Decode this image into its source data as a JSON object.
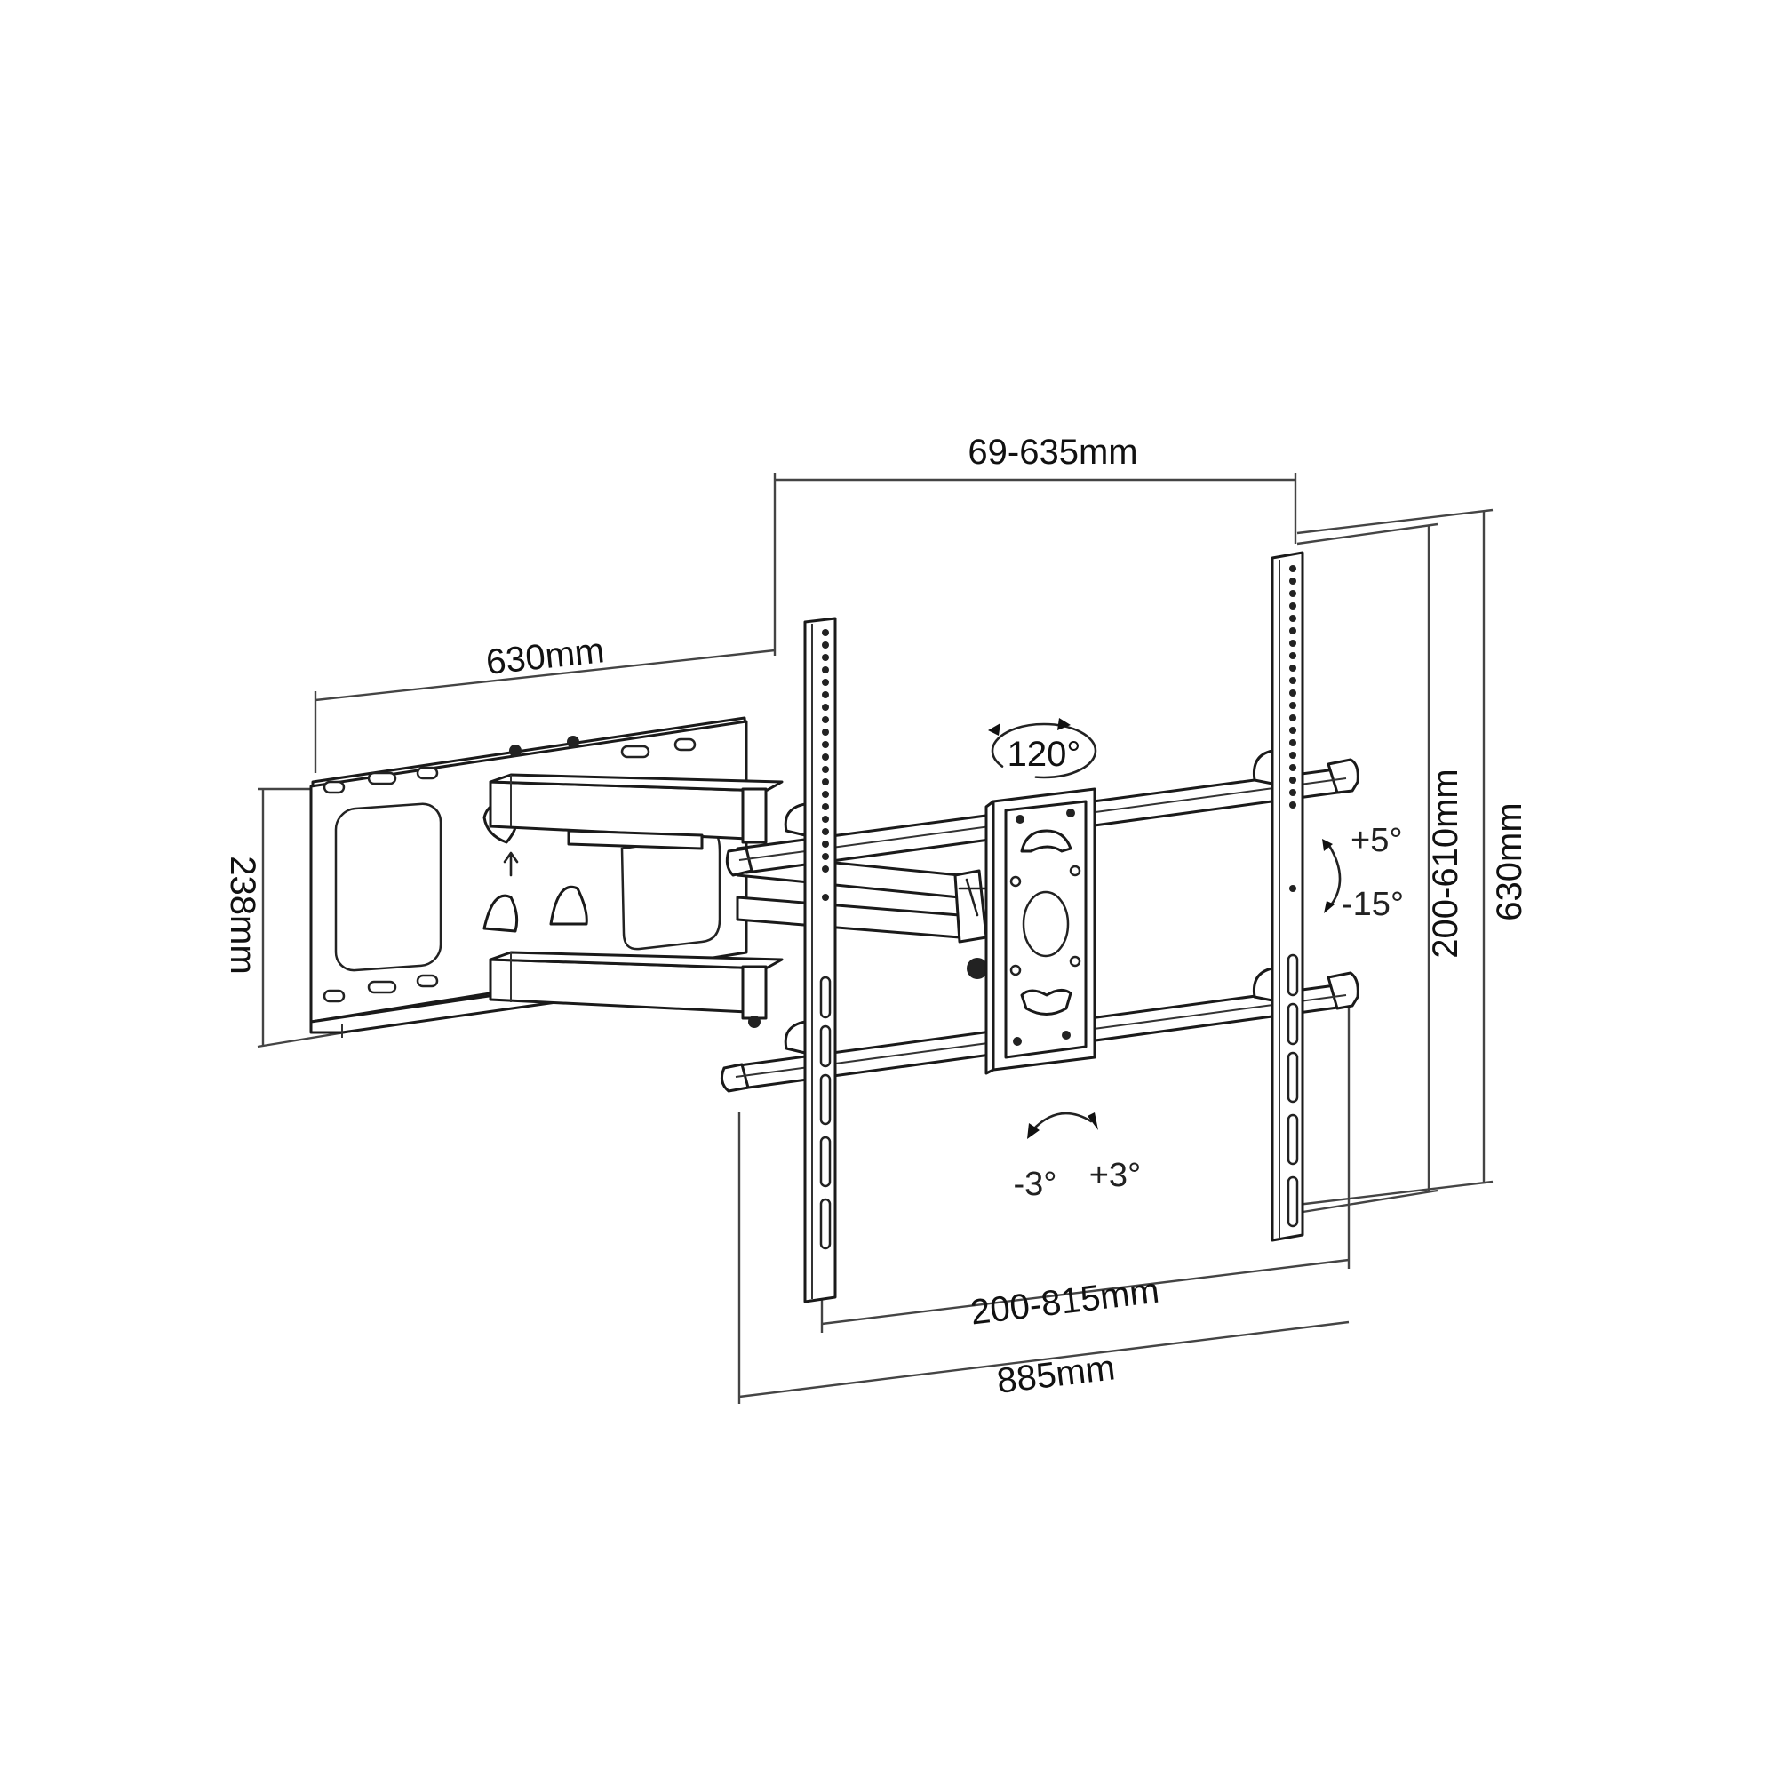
{
  "diagram": {
    "subject": "Full-motion TV wall mount bracket with dimension callouts",
    "dimensions": {
      "arm_extension": "69-635mm",
      "wall_plate_width": "630mm",
      "wall_plate_height": "238mm",
      "vesa_vertical": "200-610mm",
      "overall_height": "630mm",
      "vesa_horizontal": "200-815mm",
      "overall_width": "885mm"
    },
    "angles": {
      "swivel": "120°",
      "tilt_up": "+5°",
      "tilt_down": "-15°",
      "level_left": "-3°",
      "level_right": "+3°"
    },
    "colors": {
      "line": "#222222",
      "background": "#ffffff"
    }
  }
}
